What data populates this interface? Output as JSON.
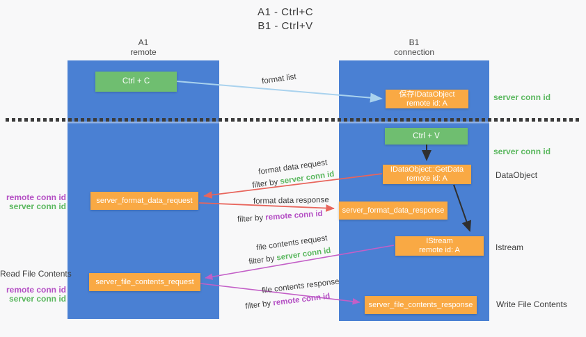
{
  "title": {
    "line1": "A1 - Ctrl+C",
    "line2": "B1 - Ctrl+V"
  },
  "lanes": {
    "left": {
      "name": "A1",
      "subtitle": "remote"
    },
    "right": {
      "name": "B1",
      "subtitle": "connection"
    }
  },
  "nodes": {
    "ctrl_c": {
      "label": "Ctrl + C"
    },
    "ctrl_v": {
      "label": "Ctrl + V"
    },
    "save_idataobject": {
      "line1": "保存IDataObject",
      "line2": "remote id: A"
    },
    "getdata": {
      "line1": "IDataObject::GetData",
      "line2": "remote id: A"
    },
    "istream": {
      "line1": "IStream",
      "line2": "remote id: A"
    },
    "format_request": {
      "label": "server_format_data_request"
    },
    "format_response": {
      "label": "server_format_data_response"
    },
    "file_request": {
      "label": "server_file_contents_request"
    },
    "file_response": {
      "label": "server_file_contents_response"
    }
  },
  "edges": {
    "format_list": {
      "label": "format list"
    },
    "format_data_request": {
      "label": "format data request",
      "filter_prefix": "filter by",
      "filter_key": "server conn id"
    },
    "format_data_response": {
      "label": "format data response",
      "filter_prefix": "filter by",
      "filter_key": "remote conn id"
    },
    "file_contents_request": {
      "label": "file contents request",
      "filter_prefix": "filter by",
      "filter_key": "server conn id"
    },
    "file_contents_response": {
      "label": "file contents response",
      "filter_prefix": "filter by",
      "filter_key": "remote conn id"
    }
  },
  "side_labels": {
    "left_upper": {
      "remote": "remote conn id",
      "server": "server conn id"
    },
    "left_read": "Read File Contents",
    "left_lower": {
      "remote": "remote conn id",
      "server": "server conn id"
    },
    "right_conn_top": "server conn id",
    "right_conn_mid": "server conn id",
    "right_dataobject": "DataObject",
    "right_istream": "Istream",
    "right_write": "Write File Contents"
  },
  "colors": {
    "lane_blue": "#4a80d3",
    "node_green": "#6fbe70",
    "node_orange": "#f9a944",
    "arrow_light_blue": "#a9d2ee",
    "arrow_red": "#e8655c",
    "arrow_purple": "#c35fc7",
    "arrow_black": "#2f2f2f",
    "text_green": "#5cb860",
    "text_purple": "#b44fc4",
    "text_dark": "#3d3d3d"
  }
}
